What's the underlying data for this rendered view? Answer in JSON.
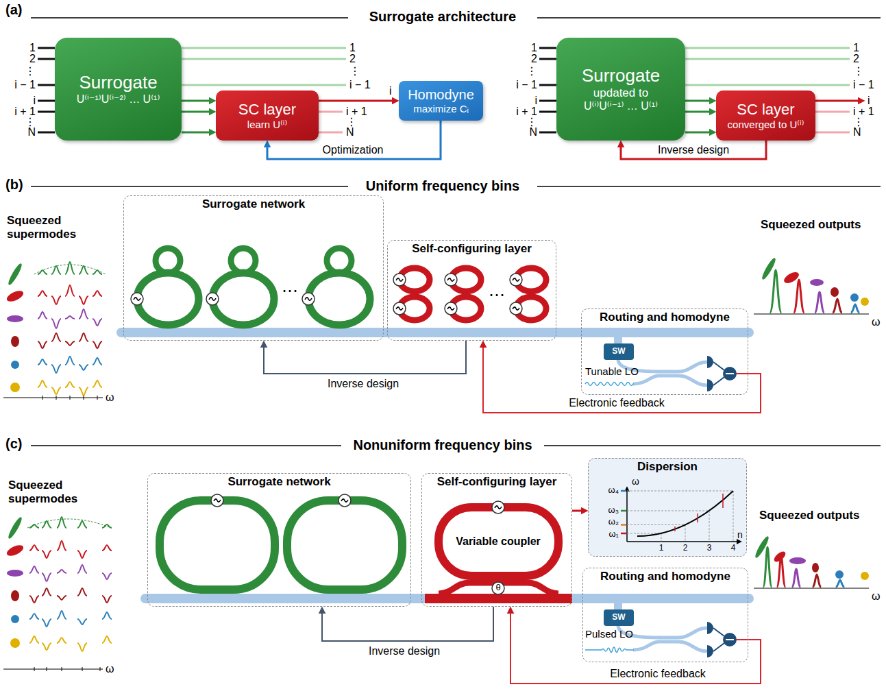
{
  "diagram": {
    "nodes": [
      {
        "text": [
          "Surrogate",
          "U⁽ⁱ⁻¹⁾U⁽ⁱ⁻²⁾ … U⁽¹⁾"
        ]
      },
      {
        "text": [
          "SC layer",
          "learn U⁽ⁱ⁾"
        ]
      },
      {
        "text": [
          "Homodyne",
          "maximize Cᵢ"
        ]
      },
      {
        "text": [
          "Surrogate",
          "updated to",
          "U⁽ⁱ⁾U⁽ⁱ⁻¹⁾ … U⁽¹⁾"
        ]
      },
      {
        "text": [
          "SC layer",
          "converged to U⁽ⁱ⁾"
        ]
      },
      {
        "text": [
          "Surrogate network"
        ]
      },
      {
        "text": [
          "Self-configuring layer"
        ]
      },
      {
        "text": [
          "Routing and homodyne"
        ]
      },
      {
        "text": [
          "SW"
        ],
        "in": 7
      },
      {
        "text": [
          "Surrogate network"
        ]
      },
      {
        "text": [
          "Self-configuring layer"
        ]
      },
      {
        "text": [
          "Dispersion"
        ]
      },
      {
        "text": [
          "Routing and homodyne"
        ]
      },
      {
        "text": [
          "SW"
        ],
        "in": 12
      }
    ],
    "edges": [
      {
        "from": 0,
        "to": 1,
        "arrow": "to"
      },
      {
        "from": 1,
        "to": 2,
        "arrow": "to"
      },
      {
        "from": 2,
        "to": 1,
        "label": "Optimization",
        "arrow": "to"
      },
      {
        "from": 3,
        "to": 4,
        "arrow": "to"
      },
      {
        "from": 4,
        "to": 3,
        "label": "Inverse design",
        "arrow": "to"
      },
      {
        "from": 6,
        "to": 5,
        "label": "Inverse design",
        "arrow": "to"
      },
      {
        "from": 7,
        "to": 6,
        "label": "Electronic feedback",
        "arrow": "to"
      },
      {
        "from": 10,
        "to": 9,
        "label": "Inverse design",
        "arrow": "to"
      },
      {
        "from": 12,
        "to": 10,
        "label": "Electronic feedback",
        "arrow": "to"
      },
      {
        "from": 10,
        "to": 11,
        "arrow": "to"
      }
    ],
    "labels": [
      "(a)",
      "Surrogate architecture",
      "1",
      "2",
      "⋮",
      "i − 1",
      "i",
      "i + 1",
      "⋮",
      "N",
      "1",
      "2",
      "⋮",
      "i − 1",
      "i",
      "i + 1",
      "⋮",
      "N",
      "1",
      "2",
      "⋮",
      "i − 1",
      "i",
      "i + 1",
      "⋮",
      "N",
      "1",
      "2",
      "⋮",
      "i − 1",
      "i",
      "i + 1",
      "⋮",
      "N",
      "(b)",
      "Uniform frequency bins",
      "Squeezed supermodes",
      "ω",
      "⋯",
      "⋯",
      "Tunable LO",
      "Squeezed outputs",
      "ω",
      "(c)",
      "Nonuniform frequency bins",
      "Squeezed supermodes",
      "ω",
      "Variable coupler",
      "θ",
      "ω",
      "ω₄",
      "ω₃",
      "ω₂",
      "ω₁",
      "n",
      "1",
      "2",
      "3",
      "4",
      "Pulsed LO",
      "Squeezed outputs",
      "ω"
    ]
  }
}
